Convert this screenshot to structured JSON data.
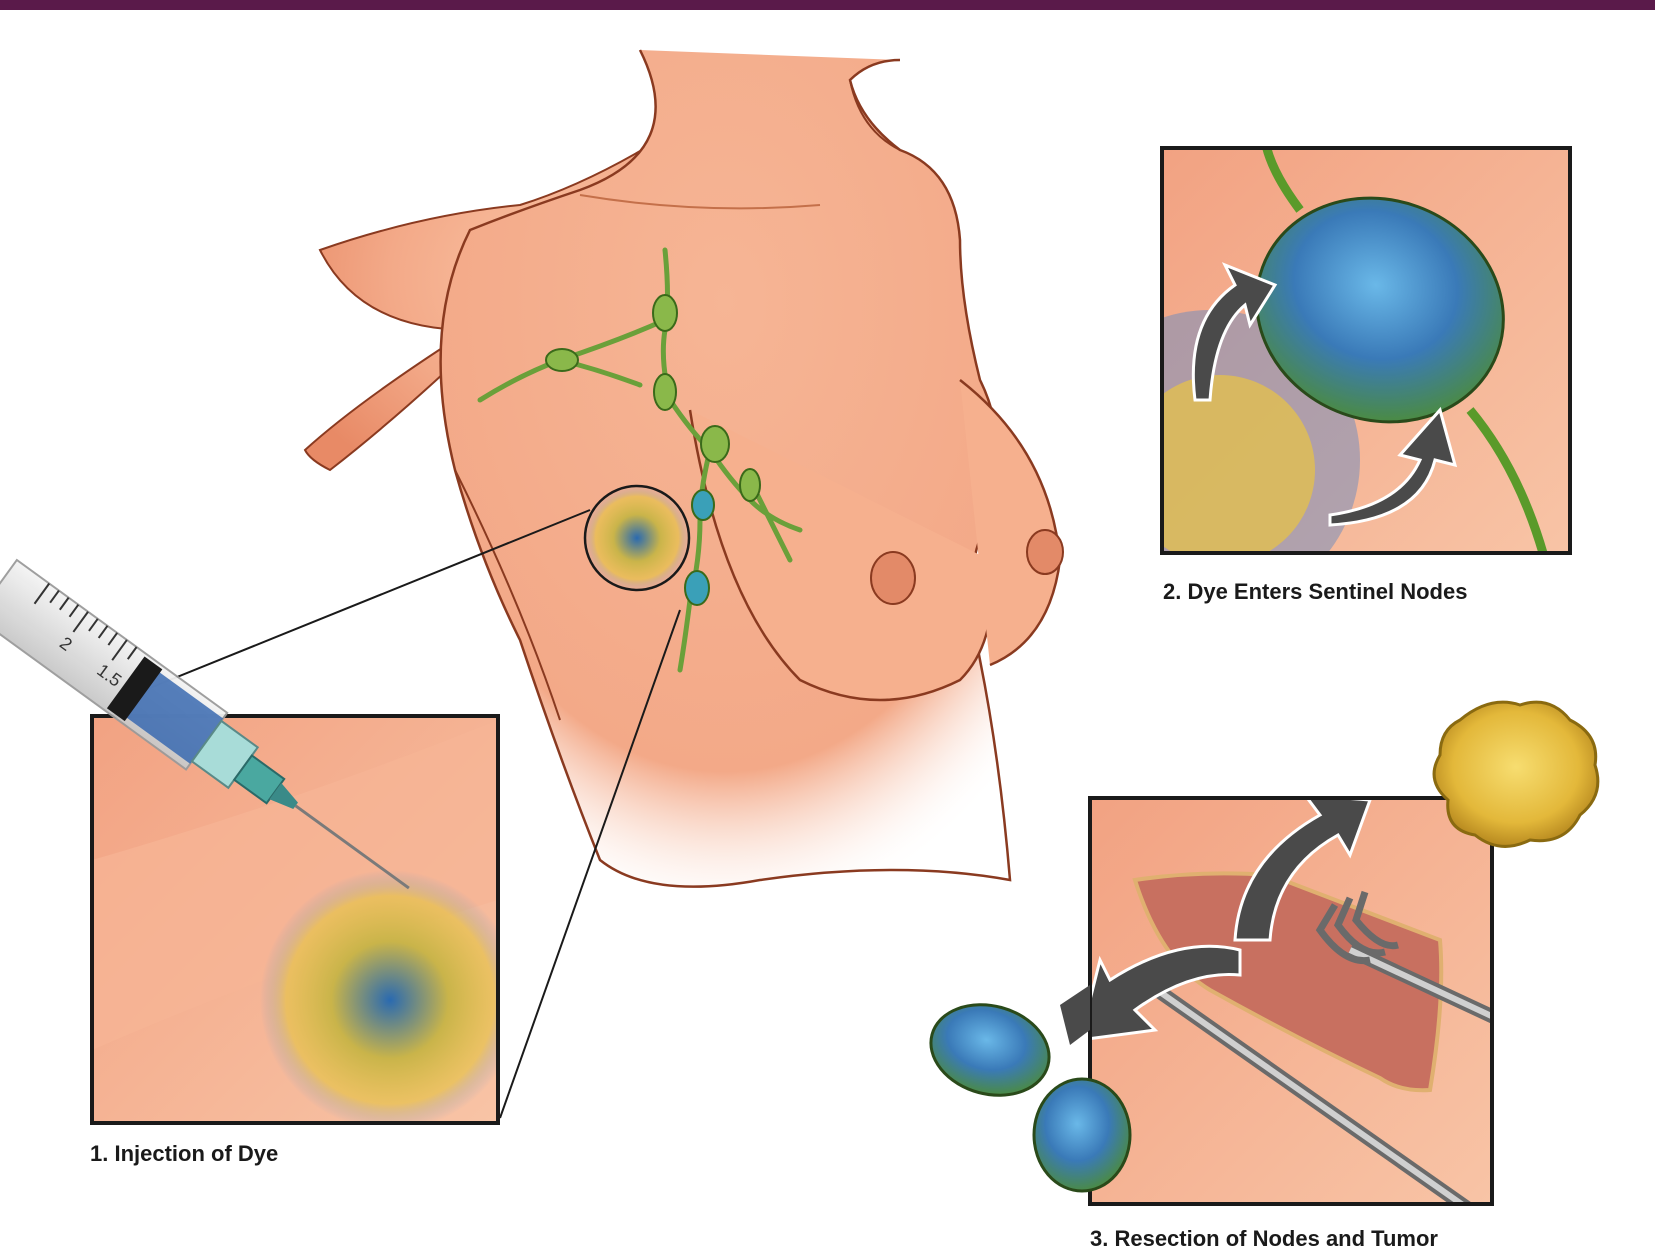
{
  "captions": {
    "step1": "1. Injection of Dye",
    "step2": "2. Dye Enters Sentinel Nodes",
    "step3": "3. Resection of Nodes and Tumor"
  },
  "syringe_scale": {
    "mark_2": "2",
    "mark_1_5": "1.5"
  },
  "colors": {
    "header_bar": "#5a1a4a",
    "skin": "#f3a988",
    "skin_outline": "#8a3a20",
    "lymph_vessel": "#6aa03a",
    "node_green": "#7aa84a",
    "node_blue": "#3a8ac8",
    "dye_yellow": "#e6c24a",
    "arrow": "#4a4a4a",
    "panel_border": "#1a1a1a",
    "wound": "#c87060"
  }
}
